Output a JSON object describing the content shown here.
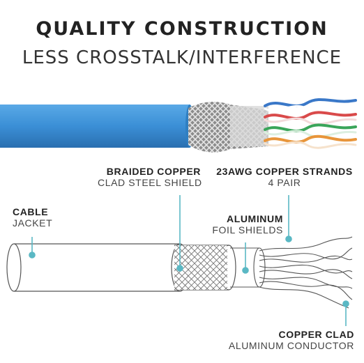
{
  "header": {
    "title": "QUALITY CONSTRUCTION",
    "subtitle": "LESS CROSSTALK/INTERFERENCE"
  },
  "labels": {
    "braided": {
      "line1": "BRAIDED COPPER",
      "line2": "CLAD STEEL SHIELD"
    },
    "strands": {
      "line1": "23AWG COPPER STRANDS",
      "line2": "4 PAIR"
    },
    "cable": {
      "line1": "CABLE",
      "line2": "JACKET"
    },
    "foil": {
      "line1": "ALUMINUM",
      "line2": "FOIL SHIELDS"
    },
    "conductor": {
      "line1": "COPPER CLAD",
      "line2": "ALUMINUM CONDUCTOR"
    }
  },
  "colors": {
    "jacket": "#3b8fd6",
    "accent": "#5ab8c4",
    "pair_blue": "#3a78c8",
    "pair_red": "#d94a4a",
    "pair_green": "#3aa55a",
    "pair_orange": "#e8953a"
  },
  "icons": [
    "cable-photo",
    "cable-diagram"
  ]
}
